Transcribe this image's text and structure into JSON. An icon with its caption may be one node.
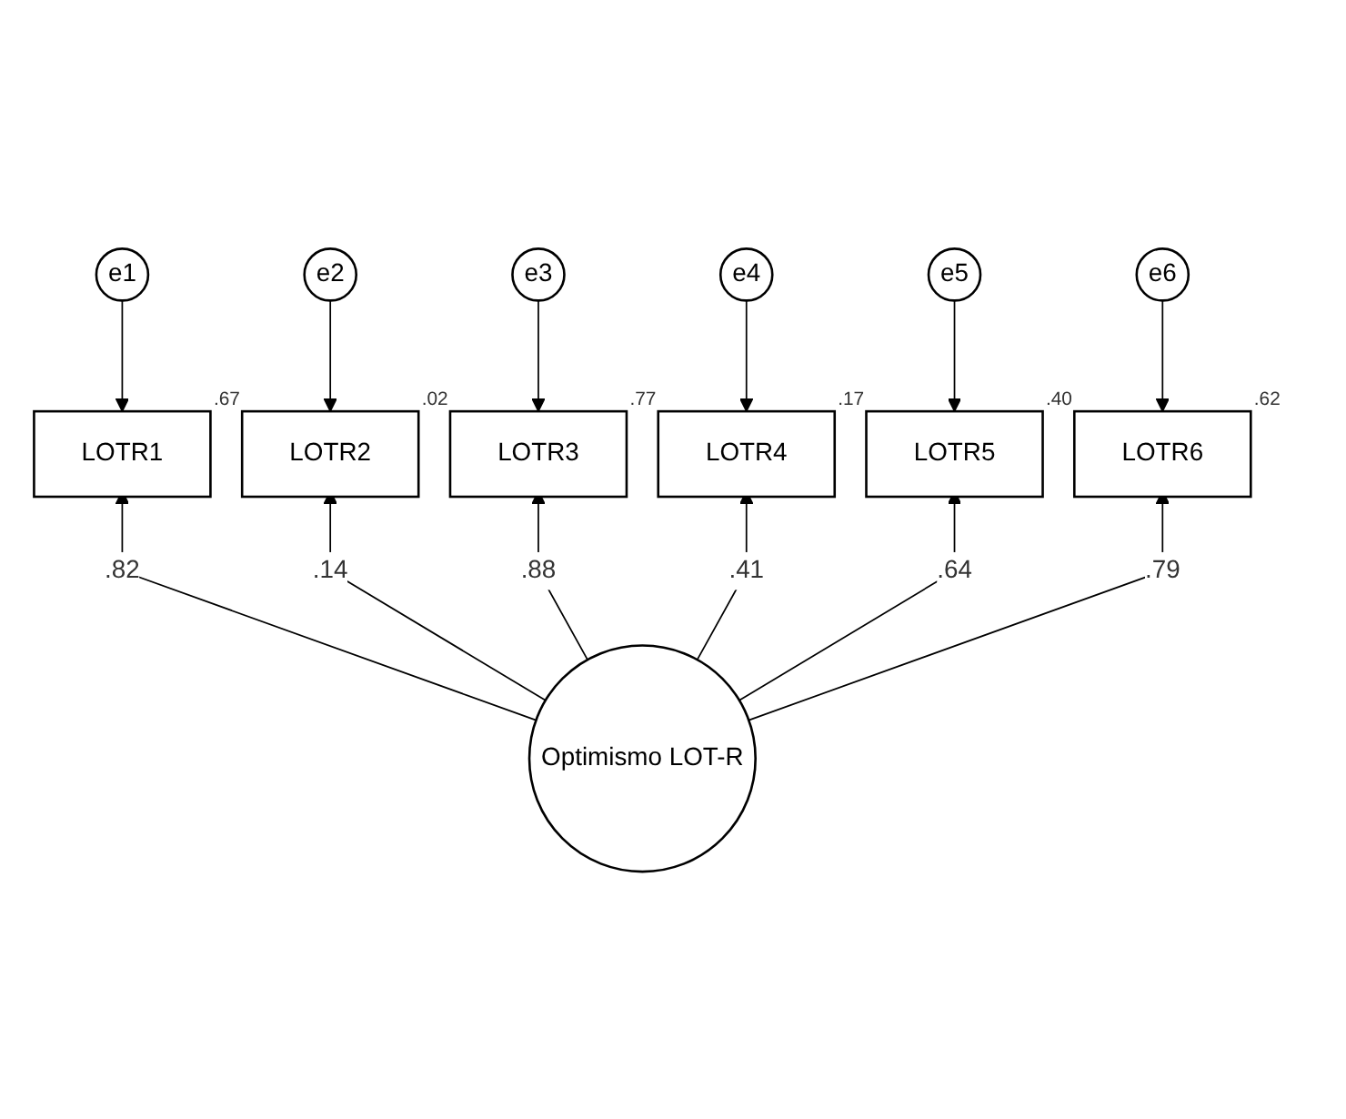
{
  "diagram": {
    "nodes": [
      {
        "text": [
          "e1"
        ]
      },
      {
        "text": [
          "e2"
        ]
      },
      {
        "text": [
          "e3"
        ]
      },
      {
        "text": [
          "e4"
        ]
      },
      {
        "text": [
          "e5"
        ]
      },
      {
        "text": [
          "e6"
        ]
      },
      {
        "text": [
          "LOTR1"
        ],
        "beside": [
          ".67"
        ]
      },
      {
        "text": [
          "LOTR2"
        ],
        "beside": [
          ".02"
        ]
      },
      {
        "text": [
          "LOTR3"
        ],
        "beside": [
          ".77"
        ]
      },
      {
        "text": [
          "LOTR4"
        ],
        "beside": [
          ".17"
        ]
      },
      {
        "text": [
          "LOTR5"
        ],
        "beside": [
          ".40"
        ]
      },
      {
        "text": [
          "LOTR6"
        ],
        "beside": [
          ".62"
        ]
      },
      {
        "text": [
          "Optimismo LOT-R"
        ]
      }
    ],
    "edges": [
      {
        "from": 0,
        "to": 6,
        "arrow": "to"
      },
      {
        "from": 1,
        "to": 7,
        "arrow": "to"
      },
      {
        "from": 2,
        "to": 8,
        "arrow": "to"
      },
      {
        "from": 3,
        "to": 9,
        "arrow": "to"
      },
      {
        "from": 4,
        "to": 10,
        "arrow": "to"
      },
      {
        "from": 5,
        "to": 11,
        "arrow": "to"
      },
      {
        "from": 12,
        "to": 6,
        "label": ".82",
        "arrow": "to"
      },
      {
        "from": 12,
        "to": 7,
        "label": ".14",
        "arrow": "to"
      },
      {
        "from": 12,
        "to": 8,
        "label": ".88",
        "arrow": "to"
      },
      {
        "from": 12,
        "to": 9,
        "label": ".41",
        "arrow": "to"
      },
      {
        "from": 12,
        "to": 10,
        "label": ".64",
        "arrow": "to"
      },
      {
        "from": 12,
        "to": 11,
        "label": ".79",
        "arrow": "to"
      }
    ]
  }
}
